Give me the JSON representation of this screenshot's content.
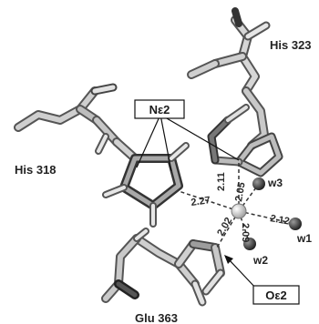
{
  "residues": [
    "His 323",
    "His 318",
    "Glu 363"
  ],
  "atom_labels": [
    "Nε2",
    "Oε2"
  ],
  "waters": [
    "w3",
    "w1",
    "w2"
  ],
  "distances": [
    "2.11",
    "2.05",
    "2.27",
    "2.12",
    "2.02",
    "2.09"
  ]
}
